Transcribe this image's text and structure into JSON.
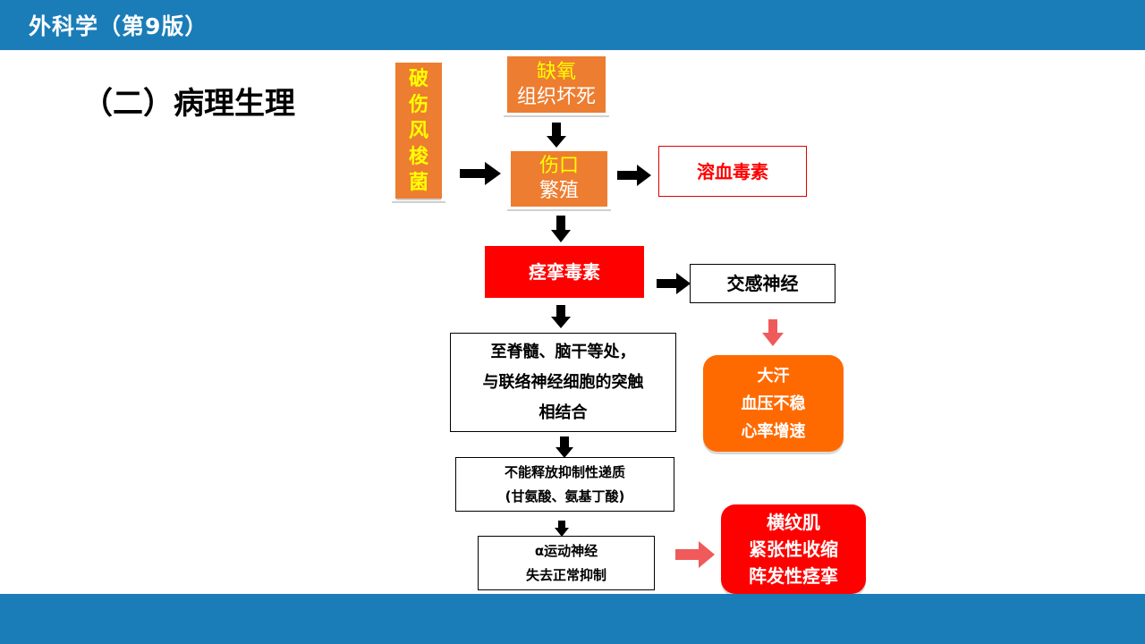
{
  "header": {
    "title": "外科学（第9版）"
  },
  "section_title": "（二）病理生理",
  "nodes": {
    "cause": "破伤风梭菌",
    "hypoxia": {
      "line1": "缺氧",
      "line2": "组织坏死"
    },
    "wound": {
      "line1": "伤口",
      "line2": "繁殖"
    },
    "hemolysin": "溶血毒素",
    "tetanospasmin": "痉挛毒素",
    "sympathetic": "交感神经",
    "sympathetic_effects": [
      "大汗",
      "血压不稳",
      "心率增速"
    ],
    "binding": [
      "至脊髓、脑干等处，",
      "与联络神经细胞的突触",
      "相结合"
    ],
    "inhibition": [
      "不能释放抑制性递质",
      "(甘氨酸、氨基丁酸)"
    ],
    "motor": [
      "α运动神经",
      "失去正常抑制"
    ],
    "muscle_effects": [
      "横纹肌",
      "紧张性收缩",
      "阵发性痉挛"
    ]
  },
  "colors": {
    "header_bar": "#1a7db8",
    "orange_box": "#ed7d31",
    "red_box": "#ff0000",
    "orange_result": "#ff6a00",
    "red_arrow": "#f05a5a",
    "highlight_text": "#ffff00"
  }
}
